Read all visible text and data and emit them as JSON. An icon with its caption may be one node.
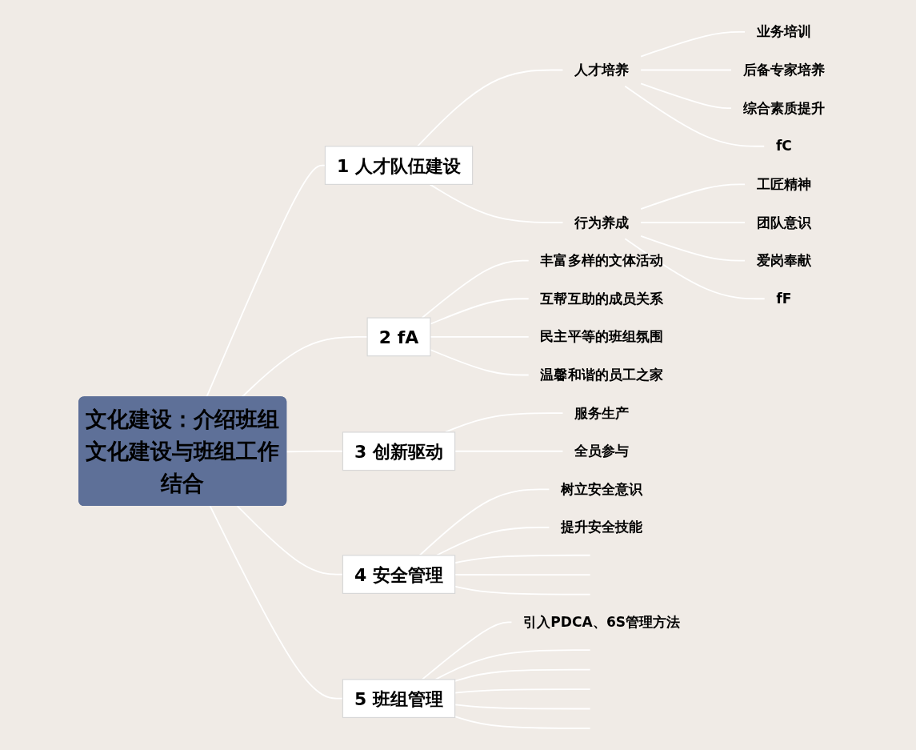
{
  "diagram": {
    "nodes": [
      {
        "text": [
          "文化建设：介绍班组文化建设与班组工作结合"
        ]
      },
      {
        "text": [
          "1",
          "人才队伍建设"
        ]
      },
      {
        "text": [
          "人才培养"
        ]
      },
      {
        "text": [
          "业务培训"
        ]
      },
      {
        "text": [
          "后备专家培养"
        ]
      },
      {
        "text": [
          "综合素质提升"
        ]
      },
      {
        "text": [
          "fC"
        ]
      },
      {
        "text": [
          "行为养成"
        ]
      },
      {
        "text": [
          "工匠精神"
        ]
      },
      {
        "text": [
          "团队意识"
        ]
      },
      {
        "text": [
          "爱岗奉献"
        ]
      },
      {
        "text": [
          "fF"
        ]
      },
      {
        "text": [
          "2",
          "fA"
        ]
      },
      {
        "text": [
          "丰富多样的文体活动"
        ]
      },
      {
        "text": [
          "互帮互助的成员关系"
        ]
      },
      {
        "text": [
          "民主平等的班组氛围"
        ]
      },
      {
        "text": [
          "温馨和谐的员工之家"
        ]
      },
      {
        "text": [
          "3",
          "创新驱动"
        ]
      },
      {
        "text": [
          "服务生产"
        ]
      },
      {
        "text": [
          "全员参与"
        ]
      },
      {
        "text": [
          "4",
          "安全管理"
        ]
      },
      {
        "text": [
          "树立安全意识"
        ]
      },
      {
        "text": [
          "提升安全技能"
        ]
      },
      {
        "text": [
          "5",
          "班组管理"
        ]
      },
      {
        "text": [
          "引入PDCA、6S管理方法"
        ]
      }
    ],
    "edges": [
      {
        "from": 0,
        "to": 1,
        "arrow": "none"
      },
      {
        "from": 1,
        "to": 2,
        "arrow": "none"
      },
      {
        "from": 2,
        "to": 3,
        "arrow": "none"
      },
      {
        "from": 2,
        "to": 4,
        "arrow": "none"
      },
      {
        "from": 2,
        "to": 5,
        "arrow": "none"
      },
      {
        "from": 2,
        "to": 6,
        "arrow": "none"
      },
      {
        "from": 1,
        "to": 7,
        "arrow": "none"
      },
      {
        "from": 7,
        "to": 8,
        "arrow": "none"
      },
      {
        "from": 7,
        "to": 9,
        "arrow": "none"
      },
      {
        "from": 7,
        "to": 10,
        "arrow": "none"
      },
      {
        "from": 7,
        "to": 11,
        "arrow": "none"
      },
      {
        "from": 0,
        "to": 12,
        "arrow": "none"
      },
      {
        "from": 12,
        "to": 13,
        "arrow": "none"
      },
      {
        "from": 12,
        "to": 14,
        "arrow": "none"
      },
      {
        "from": 12,
        "to": 15,
        "arrow": "none"
      },
      {
        "from": 12,
        "to": 16,
        "arrow": "none"
      },
      {
        "from": 0,
        "to": 17,
        "arrow": "none"
      },
      {
        "from": 17,
        "to": 18,
        "arrow": "none"
      },
      {
        "from": 17,
        "to": 19,
        "arrow": "none"
      },
      {
        "from": 0,
        "to": 20,
        "arrow": "none"
      },
      {
        "from": 20,
        "to": 21,
        "arrow": "none"
      },
      {
        "from": 20,
        "to": 22,
        "arrow": "none"
      },
      {
        "from": 20,
        "to": null,
        "arrow": "none"
      },
      {
        "from": 20,
        "to": null,
        "arrow": "none"
      },
      {
        "from": 20,
        "to": null,
        "arrow": "none"
      },
      {
        "from": 0,
        "to": 23,
        "arrow": "none"
      },
      {
        "from": 23,
        "to": 24,
        "arrow": "none"
      },
      {
        "from": 23,
        "to": null,
        "arrow": "none"
      },
      {
        "from": 23,
        "to": null,
        "arrow": "none"
      },
      {
        "from": 23,
        "to": null,
        "arrow": "none"
      },
      {
        "from": 23,
        "to": null,
        "arrow": "none"
      },
      {
        "from": 23,
        "to": null,
        "arrow": "none"
      }
    ]
  }
}
